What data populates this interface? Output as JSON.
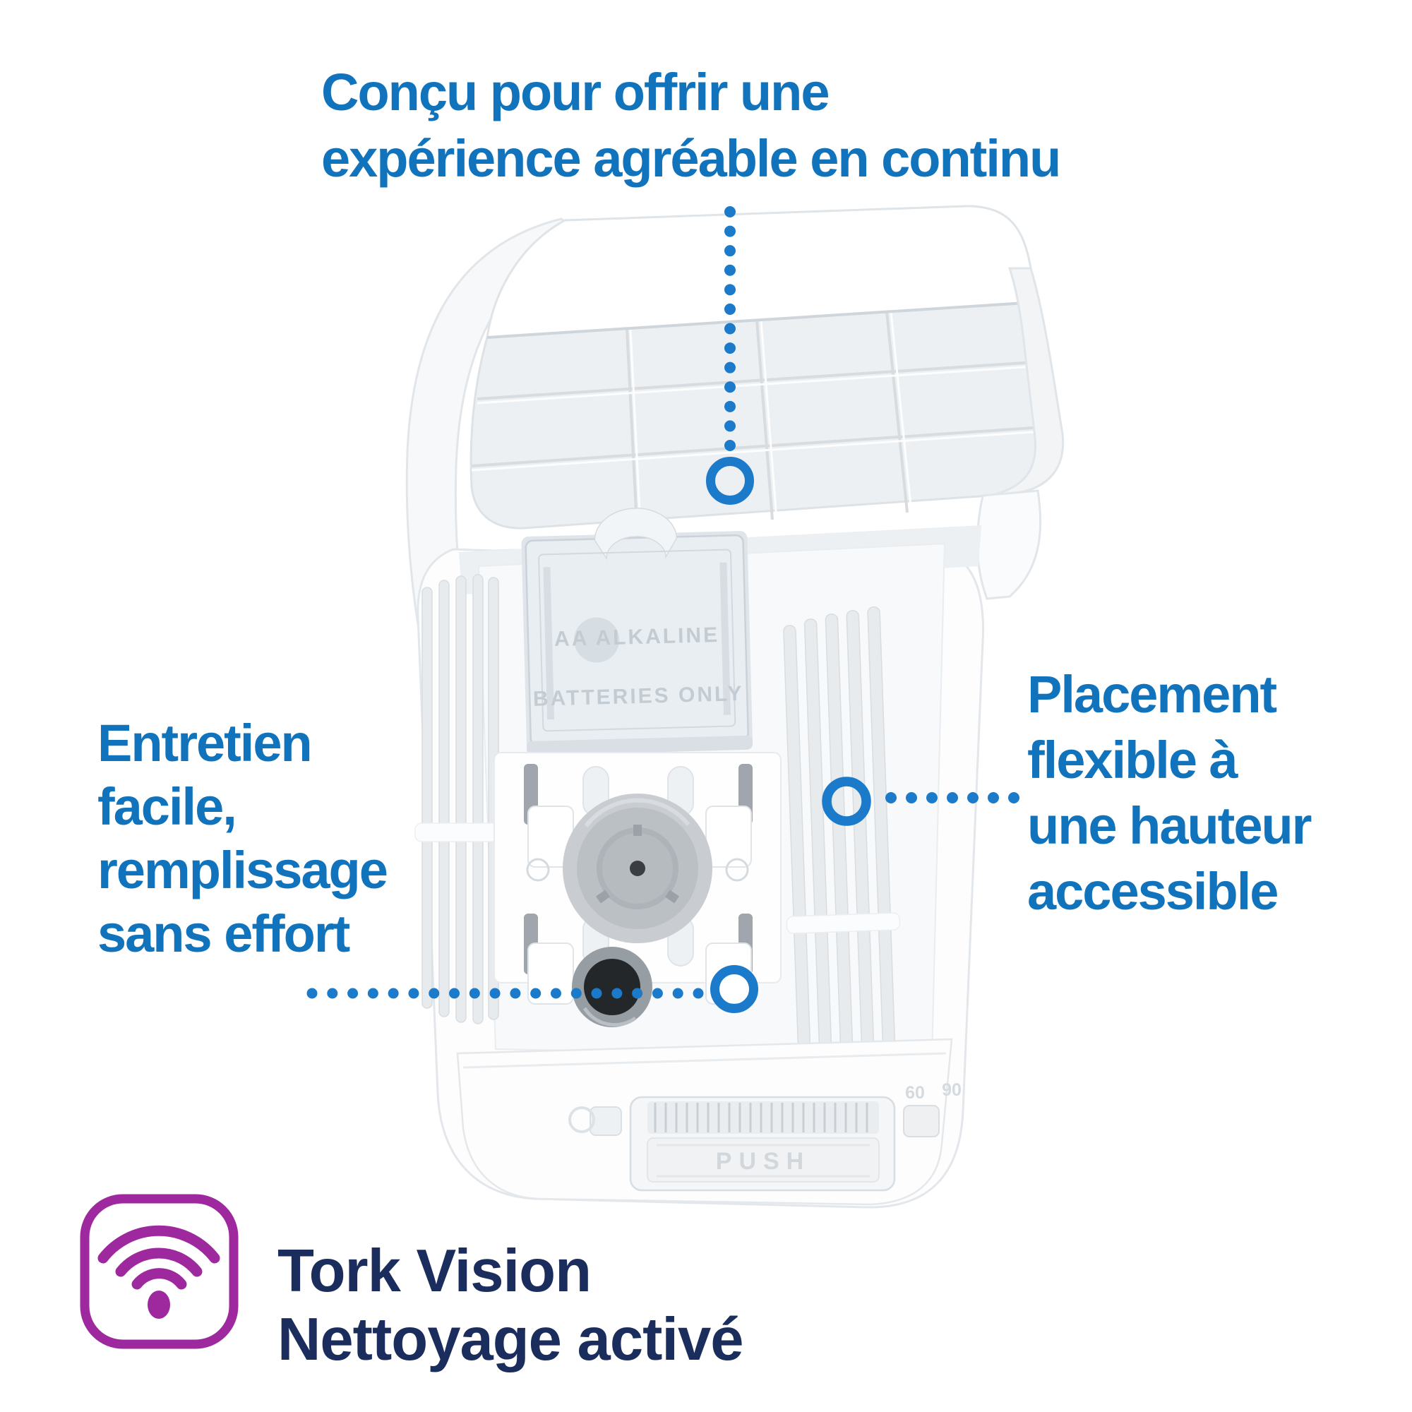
{
  "page": {
    "background": "#ffffff"
  },
  "colors": {
    "callout_blue": "#1173BC",
    "accent_blue": "#1B7AC9",
    "navy": "#1B2D5C",
    "purple": "#9E289E"
  },
  "callouts": {
    "top": {
      "lines": [
        "Conçu pour offrir une",
        "expérience agréable en continu"
      ]
    },
    "left": {
      "lines": [
        "Entretien",
        "facile,",
        "remplissage",
        "sans effort"
      ]
    },
    "right": {
      "lines": [
        "Placement",
        "flexible à",
        "une hauteur",
        "accessible"
      ]
    }
  },
  "badge": {
    "icon": "wifi-icon",
    "lines": [
      "Tork Vision",
      "Nettoyage activé"
    ]
  },
  "product": {
    "embossed": {
      "battery_line1": "AA ALKALINE",
      "battery_line2": "BATTERIES ONLY",
      "push": "PUSH",
      "dial_left": "60",
      "dial_right": "90"
    }
  }
}
